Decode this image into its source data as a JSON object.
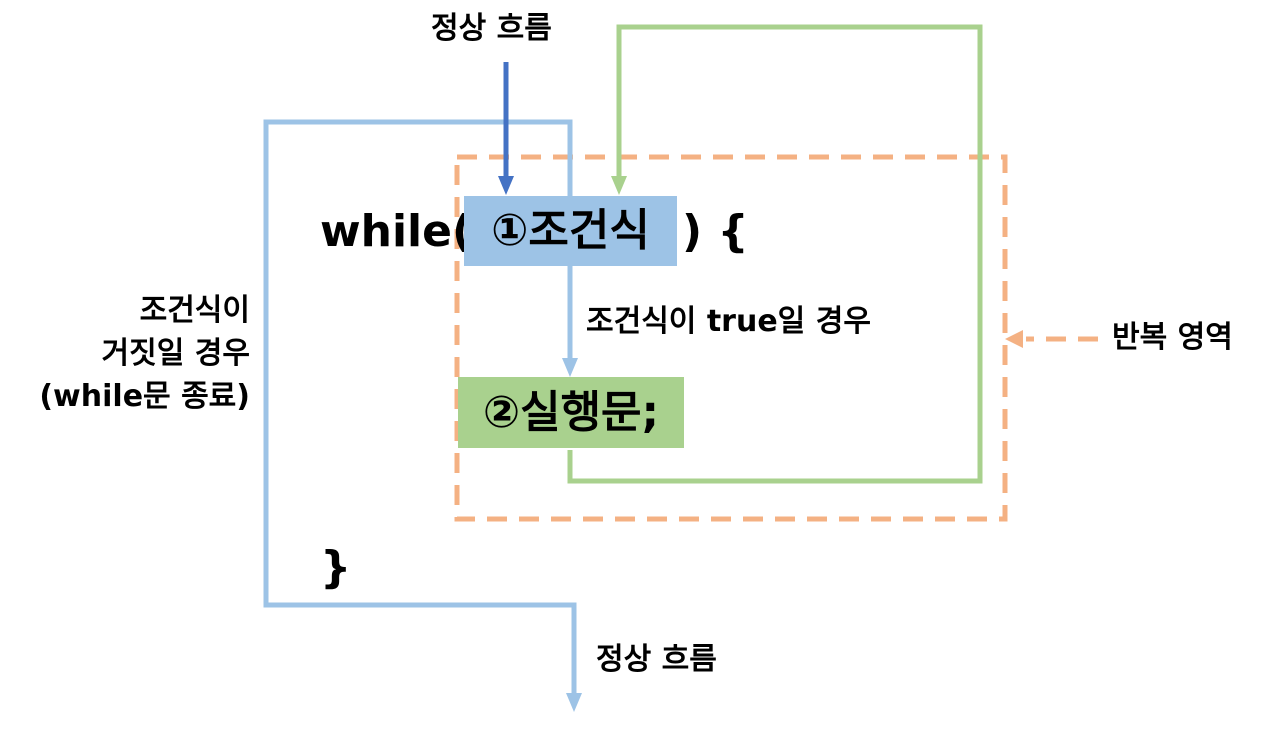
{
  "colors": {
    "normal_flow": "#4472c4",
    "condition_box": "#9dc3e6",
    "false_path": "#9dc3e6",
    "statement_box": "#a9d18e",
    "loop_back": "#a9d18e",
    "repeat_region": "#f4b183",
    "text": "#000000"
  },
  "top_flow_label": "정상 흐름",
  "while_keyword": "while(",
  "condition_box": {
    "label": "①조건식"
  },
  "close_paren_brace": ")  {",
  "true_label": "조건식이 true일 경우",
  "statement_box": {
    "label": "②실행문;"
  },
  "false_label": {
    "lines": [
      "조건식이",
      "거짓일 경우",
      "(while문 종료)"
    ]
  },
  "closing_brace": "}",
  "bottom_flow_label": "정상 흐름",
  "repeat_label": "반복 영역"
}
